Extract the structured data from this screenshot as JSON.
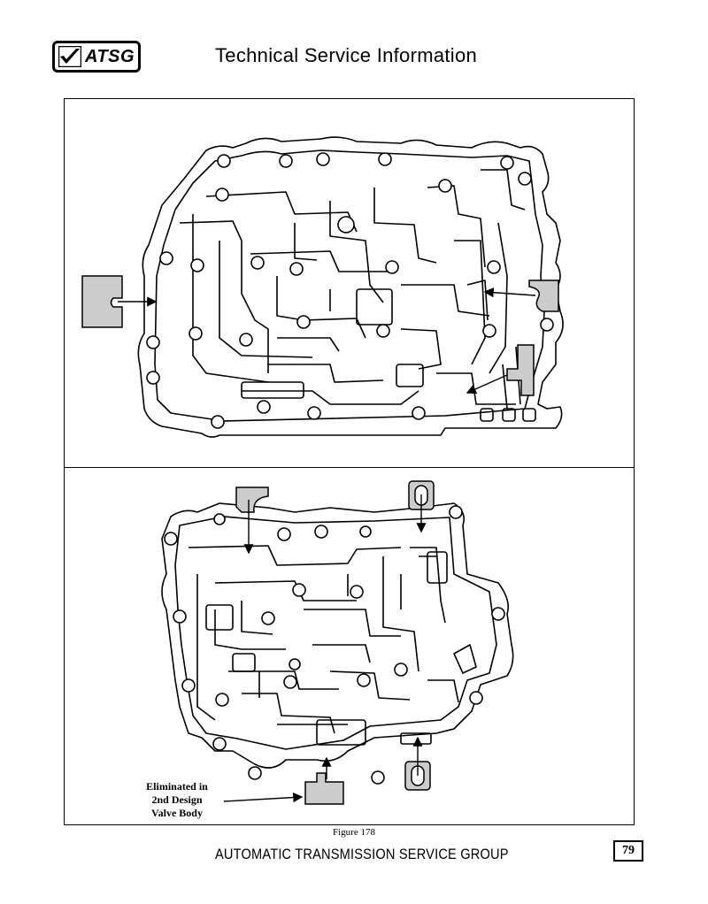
{
  "header": {
    "logo_text": "ATSG",
    "title": "Technical Service Information"
  },
  "figure": {
    "callout": [
      "Eliminated in",
      "2nd Design",
      "Valve Body"
    ],
    "caption": "Figure 178"
  },
  "footer": {
    "text": "AUTOMATIC TRANSMISSION SERVICE GROUP",
    "page_number": "79"
  },
  "colors": {
    "part_fill": "#cccccc",
    "line": "#000000"
  }
}
